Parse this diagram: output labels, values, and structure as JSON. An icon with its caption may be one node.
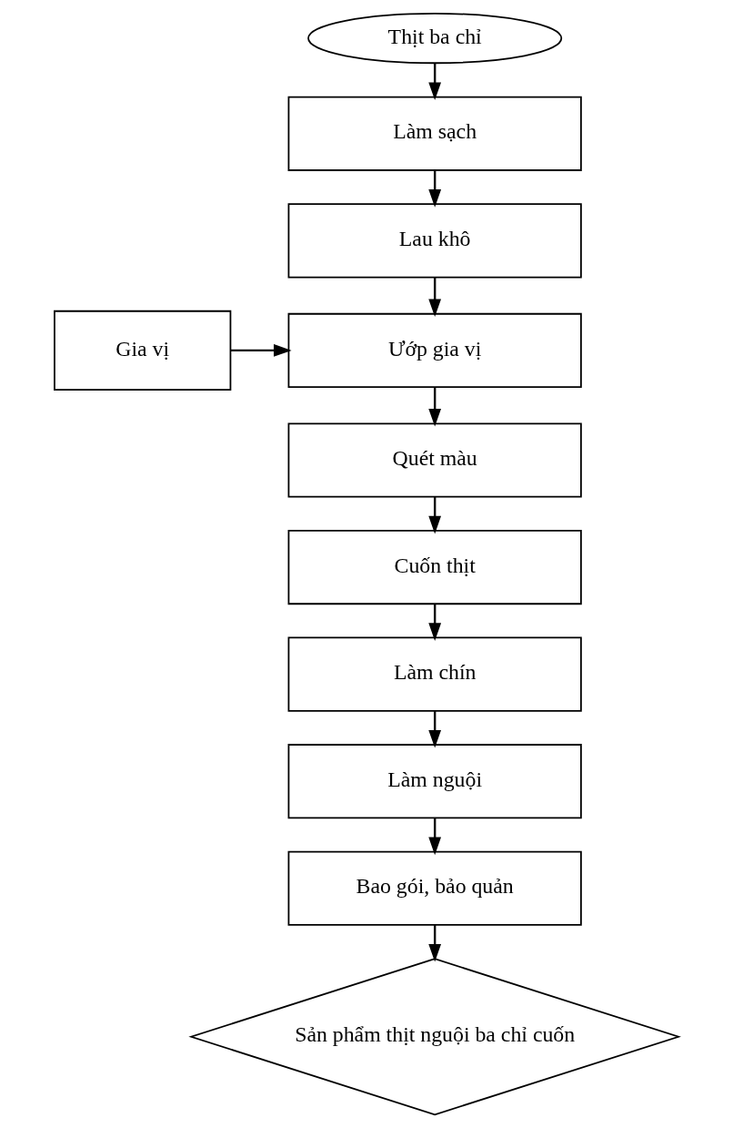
{
  "diagram": {
    "nodes": [
      {
        "text": [
          "Thịt ba chỉ"
        ]
      },
      {
        "text": [
          "Làm sạch"
        ]
      },
      {
        "text": [
          "Lau khô"
        ]
      },
      {
        "text": [
          "Gia vị"
        ]
      },
      {
        "text": [
          "Ướp gia vị"
        ]
      },
      {
        "text": [
          "Quét màu"
        ]
      },
      {
        "text": [
          "Cuốn thịt"
        ]
      },
      {
        "text": [
          "Làm chín"
        ]
      },
      {
        "text": [
          "Làm nguội"
        ]
      },
      {
        "text": [
          "Bao gói, bảo quản"
        ]
      },
      {
        "text": [
          "Sản phẩm thịt nguội ba chỉ cuốn"
        ]
      }
    ],
    "edges": [
      {
        "from": 0,
        "to": 1,
        "arrow": "to"
      },
      {
        "from": 1,
        "to": 2,
        "arrow": "to"
      },
      {
        "from": 2,
        "to": 4,
        "arrow": "to"
      },
      {
        "from": 3,
        "to": 4,
        "arrow": "to"
      },
      {
        "from": 4,
        "to": 5,
        "arrow": "to"
      },
      {
        "from": 5,
        "to": 6,
        "arrow": "to"
      },
      {
        "from": 6,
        "to": 7,
        "arrow": "to"
      },
      {
        "from": 7,
        "to": 8,
        "arrow": "to"
      },
      {
        "from": 8,
        "to": 9,
        "arrow": "to"
      },
      {
        "from": 9,
        "to": 10,
        "arrow": "to"
      }
    ]
  }
}
